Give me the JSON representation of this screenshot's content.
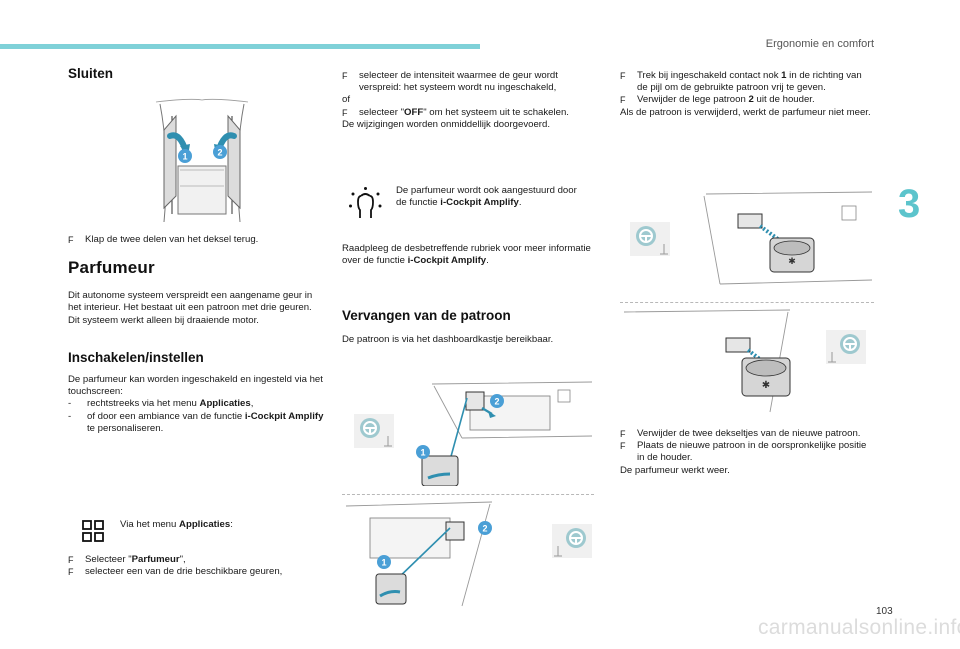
{
  "header": {
    "section_title": "Ergonomie en comfort",
    "chapter_number": "3",
    "page_number": "103"
  },
  "col1": {
    "sluiten_title": "Sluiten",
    "badge1": "1",
    "badge2": "2",
    "step_fold": "Klap de twee delen van het deksel terug.",
    "parfumeur_title": "Parfumeur",
    "intro_1": "Dit autonome systeem verspreidt een aangename geur in het interieur. Het bestaat uit een patroon met drie geuren.",
    "intro_2": "Dit systeem werkt alleen bij draaiende motor.",
    "enable_title": "Inschakelen/instellen",
    "enable_text": "De parfumeur kan worden ingeschakeld en ingesteld via het touchscreen:",
    "dash1_pre": "rechtstreeks via het menu ",
    "dash1_bold": "Applicaties",
    "dash1_post": ",",
    "dash2_pre": "of door een ambiance van de functie ",
    "dash2_bold": "i-Cockpit Amplify",
    "dash2_post": " te personaliseren.",
    "menu_note_pre": "Via het menu ",
    "menu_note_bold": "Applicaties",
    "menu_note_post": ":",
    "step_select_pre": "Selecteer \"",
    "step_select_bold": "Parfumeur",
    "step_select_post": "\",",
    "step_choose": "selecteer een van de drie beschikbare geuren,"
  },
  "col2": {
    "step_intensity": "selecteer de intensiteit waarmee de geur wordt verspreid: het systeem wordt nu ingeschakeld,",
    "of": "of",
    "step_off_pre": "selecteer \"",
    "step_off_bold": "OFF",
    "step_off_post": "\" om het systeem uit te schakelen.",
    "changes": "De wijzigingen worden onmiddellijk doorgevoerd.",
    "amplify_note_pre": "De parfumeur wordt ook aangestuurd door de functie ",
    "amplify_note_bold": "i-Cockpit Amplify",
    "amplify_note_post": ".",
    "consult_pre": "Raadpleeg de desbetreffende rubriek voor meer informatie over de functie ",
    "consult_bold": "i-Cockpit Amplify",
    "consult_post": ".",
    "replace_title": "Vervangen van de patroon",
    "replace_text": "De patroon is via het dashboardkastje bereikbaar.",
    "badge1": "1",
    "badge2": "2"
  },
  "col3": {
    "step_pull_pre": "Trek bij ingeschakeld contact nok ",
    "step_pull_bold": "1",
    "step_pull_post": " in de richting van de pijl om de gebruikte patroon vrij te geven.",
    "step_remove_pre": "Verwijder de lege patroon ",
    "step_remove_bold": "2",
    "step_remove_post": " uit de houder.",
    "after_remove": "Als de patroon is verwijderd, werkt de parfumeur niet meer.",
    "step_covers": "Verwijder de twee dekseltjes van de nieuwe patroon.",
    "step_place": "Plaats de nieuwe patroon in de oorspronkelijke positie in de houder.",
    "works_again": "De parfumeur werkt weer."
  },
  "watermark": "carmanualsonline.info",
  "colors": {
    "accent": "#7fd1d8",
    "chapter": "#5cc4cc",
    "badge": "#4a9fd6",
    "arrow": "#2f8fb0"
  }
}
